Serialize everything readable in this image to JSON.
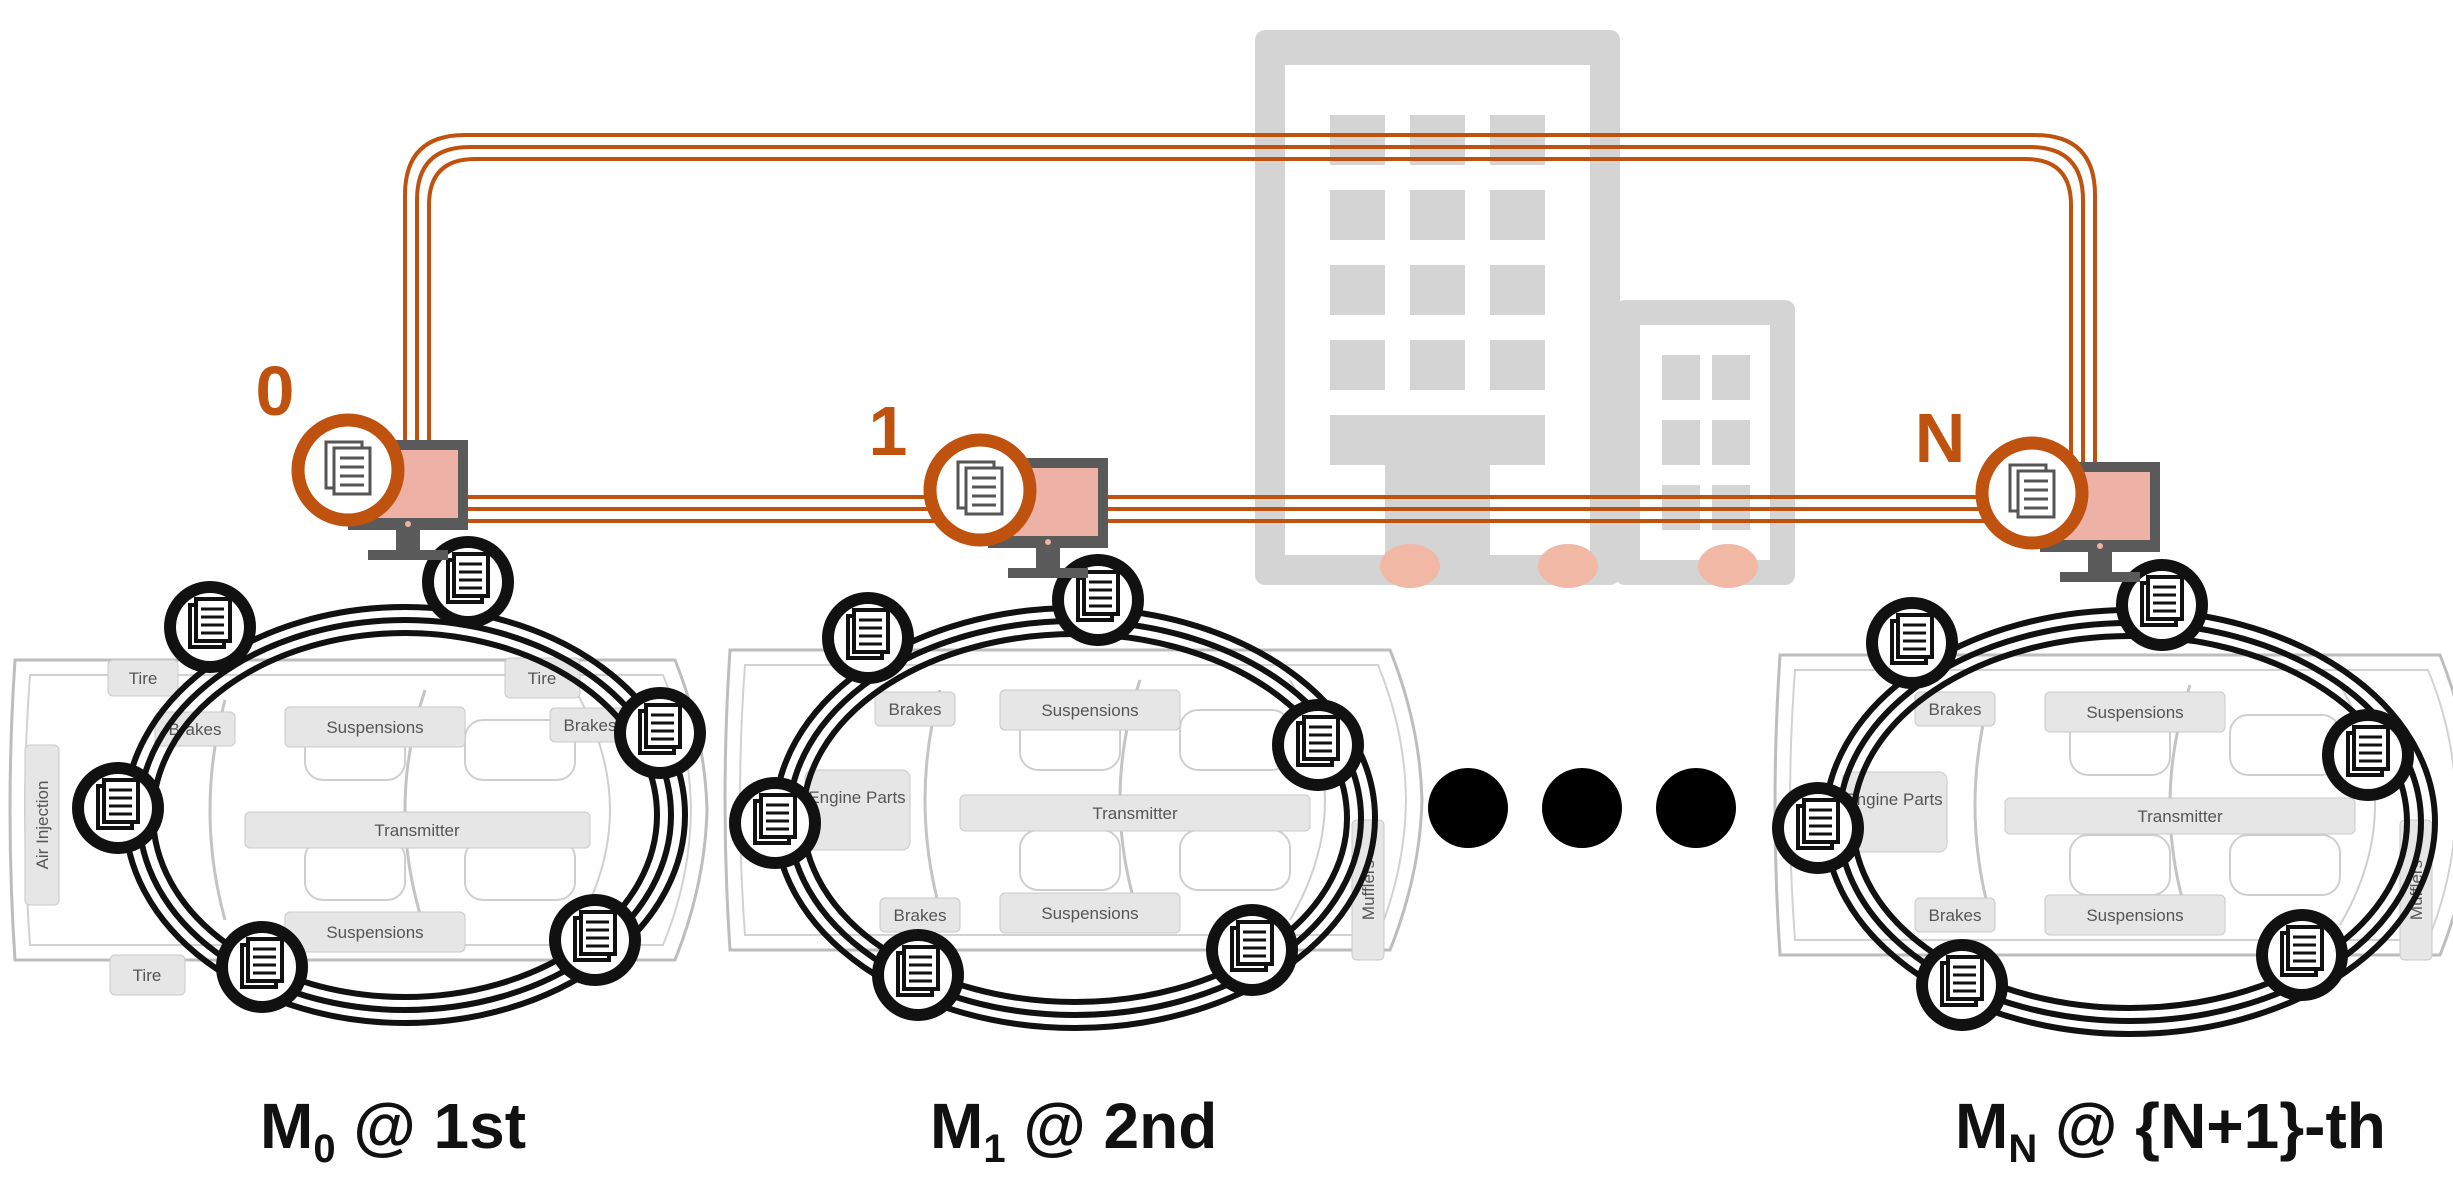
{
  "colors": {
    "accent": "#C0520F",
    "building": "#D4D4D4",
    "building_window": "#FFFFFF",
    "building_dot": "#F2B8A6",
    "monitor_body": "#5A5A5A",
    "monitor_screen": "#EEB1A6",
    "ring": "#111111",
    "part_box": "#E6E6E6"
  },
  "icons": {
    "building": "building-icon",
    "monitor": "computer-monitor-icon",
    "sensor": "document-stack-icon",
    "ellipsis": "ellipsis-dots"
  },
  "nodes": [
    {
      "number": "0",
      "caption_main": "M",
      "caption_sub": "0",
      "caption_rest": " @ 1st",
      "parts": [
        "Tire",
        "Brakes",
        "Suspensions",
        "Tire",
        "Brakes",
        "Air Injection",
        "Transmitter",
        "Suspensions",
        "Tire"
      ]
    },
    {
      "number": "1",
      "caption_main": "M",
      "caption_sub": "1",
      "caption_rest": " @ 2nd",
      "parts": [
        "Brakes",
        "Suspensions",
        "Engine Parts",
        "Transmitter",
        "Brakes",
        "Suspensions",
        "Mufflers"
      ]
    },
    {
      "number": "N",
      "caption_main": "M",
      "caption_sub": "N",
      "caption_rest": " @ {N+1}-th",
      "parts": [
        "Brakes",
        "Suspensions",
        "Engine Parts",
        "Transmitter",
        "Brakes",
        "Suspensions",
        "Mufflers"
      ]
    }
  ]
}
